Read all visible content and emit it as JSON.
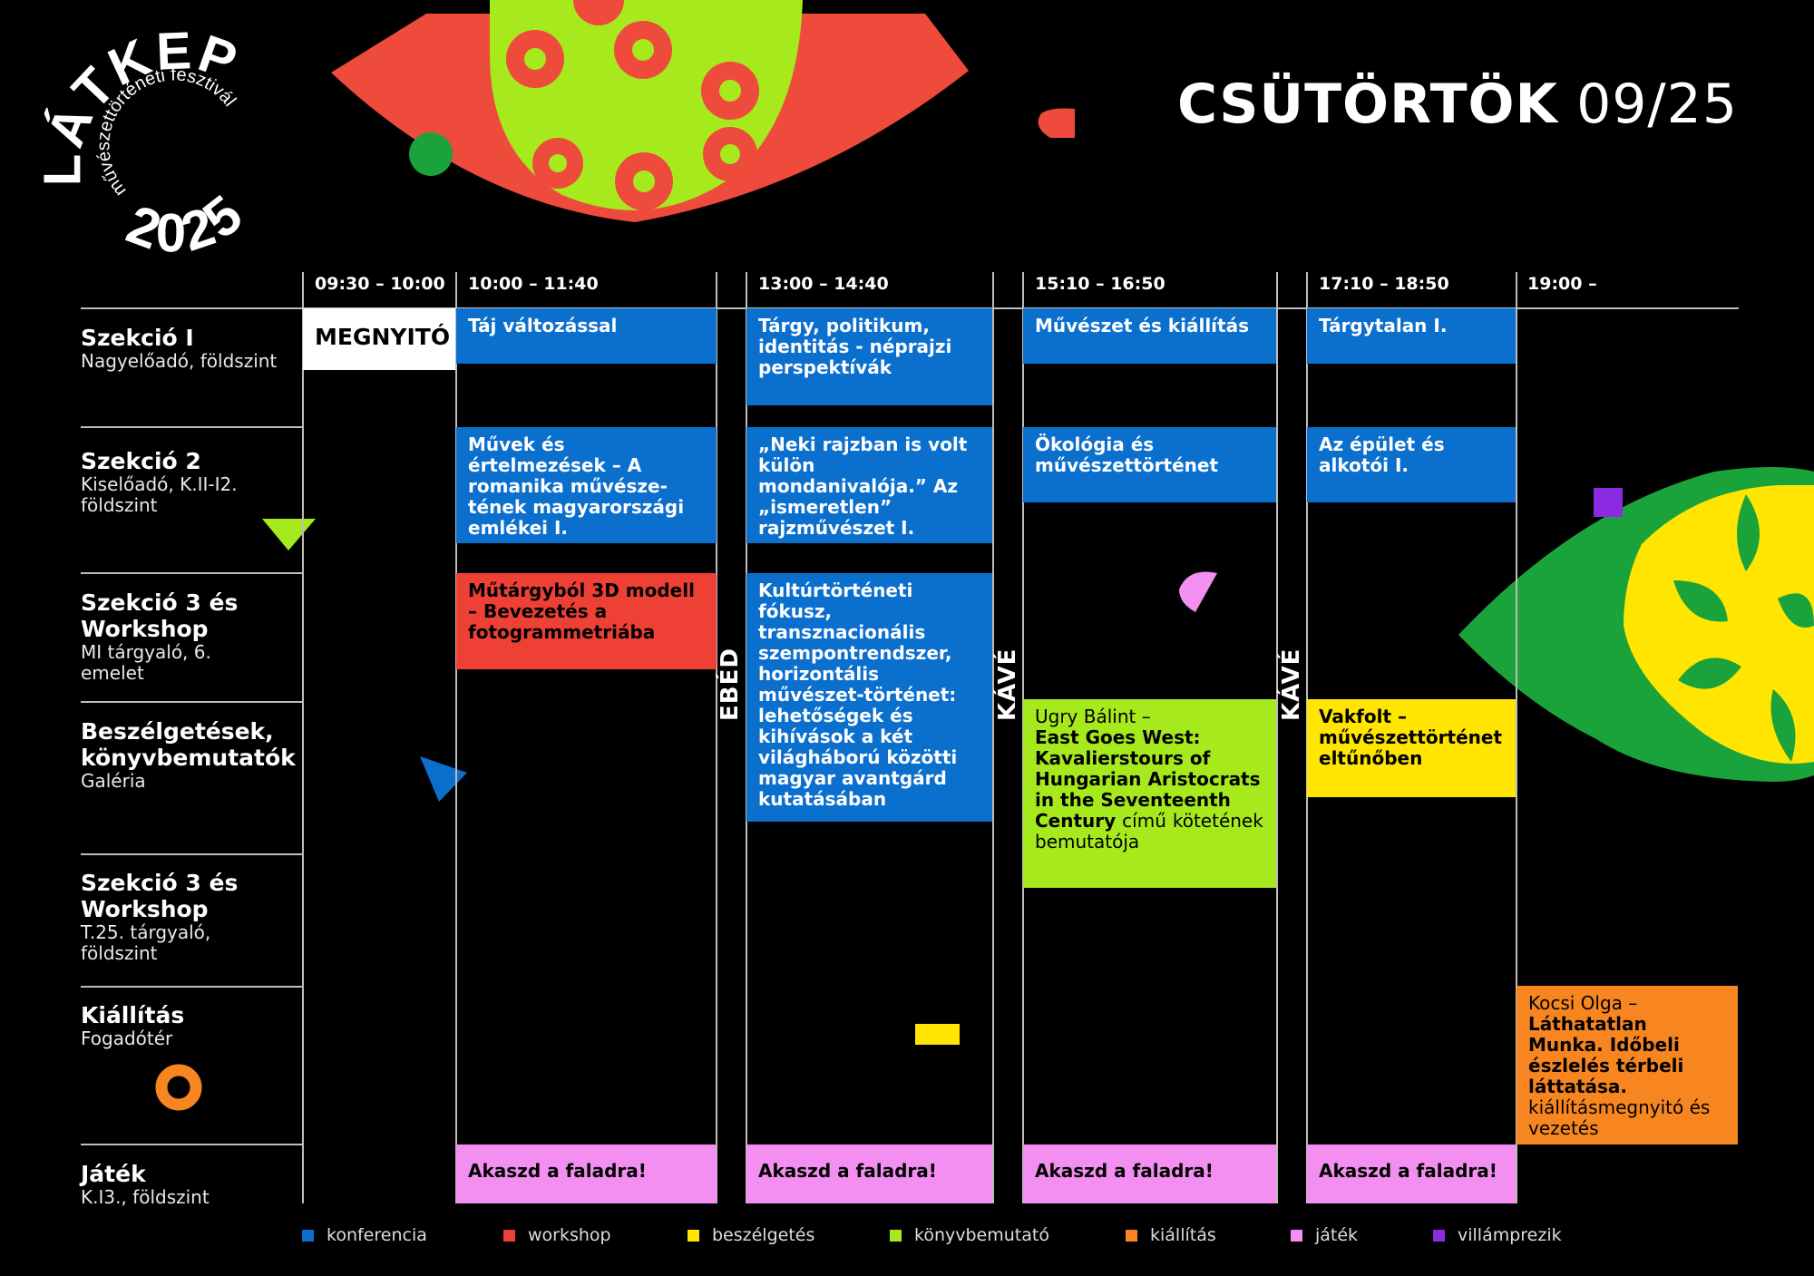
{
  "title": {
    "day": "CSÜTÖRTÖK",
    "date": "09/25"
  },
  "logo": {
    "word": "LÁTKÉP",
    "year": "2025",
    "ring_text": "művészettörténeti fesztivál"
  },
  "times": [
    "09:30 – 10:00",
    "10:00 – 11:40",
    "13:00 – 14:40",
    "15:10 – 16:50",
    "17:10 – 18:50",
    "19:00 –"
  ],
  "rows": [
    {
      "title": "Szekció I",
      "sub": "Nagyelőadó, földszint"
    },
    {
      "title": "Szekció 2",
      "sub": "Kiselőadó, K.II-I2. földszint"
    },
    {
      "title": "Szekció 3 és Workshop",
      "sub": "MI tárgyaló, 6. emelet"
    },
    {
      "title": "Beszélgetések, könyvbemutatók",
      "sub": "Galéria"
    },
    {
      "title": "Szekció 3 és Workshop",
      "sub": "T.25. tárgyaló, földszint"
    },
    {
      "title": "Kiállítás",
      "sub": "Fogadótér"
    },
    {
      "title": "Játék",
      "sub": "K.I3., földszint"
    }
  ],
  "breaks": {
    "lunch": "EBÉD",
    "coffee1": "KÁVÉ",
    "coffee2": "KÁVÉ"
  },
  "blocks": {
    "megnyito": "MEGNYITÓ",
    "taj": "Táj változással",
    "targy": "Tárgy, politikum, identitás - néprajzi perspektívák",
    "muveszet_kiallitas": "Művészet és kiállítás",
    "targytalan": "Tárgytalan I.",
    "muvek": "Művek és értelmezések – A romanika művésze-tének magyarországi emlékei I.",
    "neki": "„Neki rajzban is volt külön mondanivalója.” Az „ismeretlen” rajzművészet I.",
    "okologia": "Ökológia és művészettörténet",
    "epulet": "Az épület és alkotói I.",
    "mutargybol": "Műtárgyból 3D modell – Bevezetés a fotogrammetriába",
    "kulturtorteneti": "Kultúrtörténeti fókusz, transznacionális szempontrendszer, horizontális művészet-történet: lehetőségek és kihívások a két világháború közötti magyar avantgárd kutatásában",
    "ugry_author": "Ugry Bálint –",
    "ugry_title": "East Goes West: Kavalierstours of Hungarian Aristocrats in the Seventeenth Century",
    "ugry_suffix1": "című",
    "ugry_suffix2": "kötetének bemutatója",
    "vakfolt": "Vakfolt – művészettörténet eltűnőben",
    "kocsi_author": "Kocsi Olga –",
    "kocsi_title": "Láthatatlan Munka. Időbeli észlelés térbeli láttatása.",
    "kocsi_suffix": "kiállításmegnyitó és vezetés",
    "jatek1": "Akaszd a faladra!",
    "jatek2": "Akaszd a faladra!",
    "jatek3": "Akaszd a faladra!",
    "jatek4": "Akaszd a faladra!"
  },
  "legend": [
    {
      "label": "konferencia",
      "color": "#0b6fce"
    },
    {
      "label": "workshop",
      "color": "#ee4035"
    },
    {
      "label": "beszélgetés",
      "color": "#ffe500"
    },
    {
      "label": "könyvbemutató",
      "color": "#a6ea1d"
    },
    {
      "label": "kiállítás",
      "color": "#f78620"
    },
    {
      "label": "játék",
      "color": "#f28ff0"
    },
    {
      "label": "villámprezik",
      "color": "#8a2be2"
    }
  ]
}
